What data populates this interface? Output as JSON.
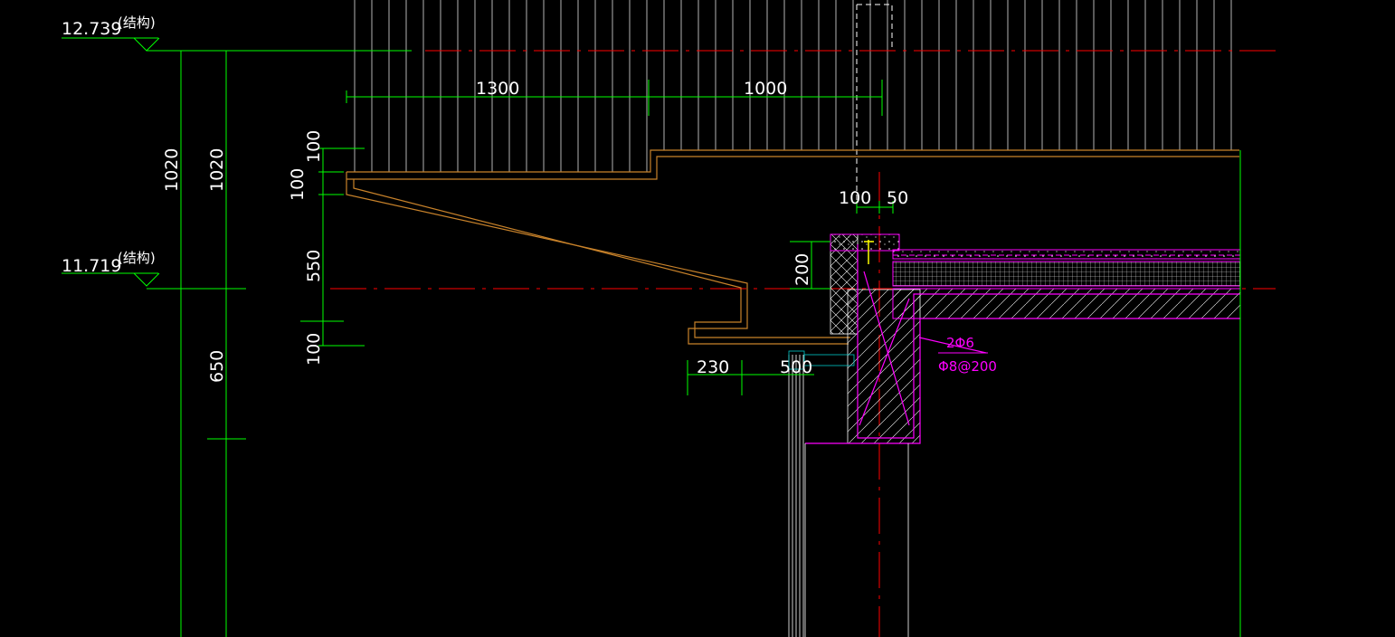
{
  "drawing": {
    "elevation_top": "12.739",
    "elevation_mid": "11.719",
    "structure_note": "(结构)",
    "dims": {
      "h1300": "1300",
      "h1000": "1000",
      "v1020_a": "1020",
      "v1020_b": "1020",
      "v650": "650",
      "v100_top": "100",
      "v100_second": "100",
      "v550": "550",
      "v100_bottom": "100",
      "h100": "100",
      "h50": "50",
      "v200": "200",
      "h230": "230",
      "h500": "500"
    },
    "rebar_main": "2Φ6",
    "rebar_stirrup": "Φ8@200"
  },
  "colors": {
    "background": "#000000",
    "dimension": "#00ff00",
    "axis": "#ff0000",
    "outline": "#c8822a",
    "rebar": "#ff00ff",
    "text": "#ffffff",
    "glass": "#00c8c8"
  }
}
